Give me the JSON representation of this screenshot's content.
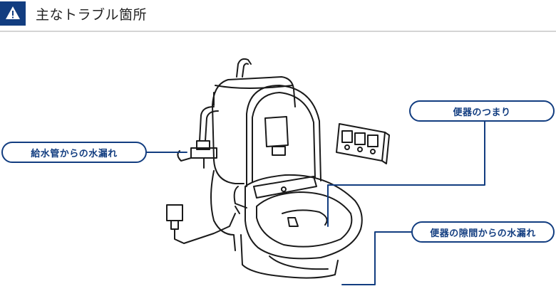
{
  "header": {
    "title": "主なトラブル箇所",
    "icon": "warning-icon",
    "accent_color": "#123d80"
  },
  "callouts": {
    "supply_pipe": "給水管からの水漏れ",
    "clog": "便器のつまり",
    "gap_leak": "便器の隙間からの水漏れ"
  },
  "colors": {
    "callout_border": "#123d80",
    "line_art": "#1a1a1a"
  }
}
